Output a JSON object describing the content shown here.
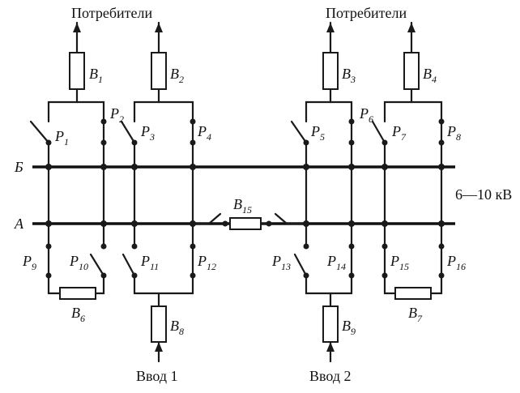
{
  "labels": {
    "consumers_left": "Потребители",
    "consumers_right": "Потребители",
    "voltage": "6—10 кВ",
    "input1": "Ввод 1",
    "input2": "Ввод 2",
    "bus_b": "Б",
    "bus_a": "А"
  },
  "breakers": {
    "B1": {
      "letter": "B",
      "sub": "1"
    },
    "B2": {
      "letter": "B",
      "sub": "2"
    },
    "B3": {
      "letter": "B",
      "sub": "3"
    },
    "B4": {
      "letter": "B",
      "sub": "4"
    },
    "B6": {
      "letter": "B",
      "sub": "6"
    },
    "B7": {
      "letter": "B",
      "sub": "7"
    },
    "B8": {
      "letter": "B",
      "sub": "8"
    },
    "B9": {
      "letter": "B",
      "sub": "9"
    },
    "B15": {
      "letter": "B",
      "sub": "15"
    }
  },
  "disconnectors": {
    "P1": {
      "letter": "P",
      "sub": "1"
    },
    "P2": {
      "letter": "P",
      "sub": "2"
    },
    "P3": {
      "letter": "P",
      "sub": "3"
    },
    "P4": {
      "letter": "P",
      "sub": "4"
    },
    "P5": {
      "letter": "P",
      "sub": "5"
    },
    "P6": {
      "letter": "P",
      "sub": "6"
    },
    "P7": {
      "letter": "P",
      "sub": "7"
    },
    "P8": {
      "letter": "P",
      "sub": "8"
    },
    "P9": {
      "letter": "P",
      "sub": "9"
    },
    "P10": {
      "letter": "P",
      "sub": "10"
    },
    "P11": {
      "letter": "P",
      "sub": "11"
    },
    "P12": {
      "letter": "P",
      "sub": "12"
    },
    "P13": {
      "letter": "P",
      "sub": "13"
    },
    "P14": {
      "letter": "P",
      "sub": "14"
    },
    "P15": {
      "letter": "P",
      "sub": "15"
    },
    "P16": {
      "letter": "P",
      "sub": "16"
    }
  }
}
